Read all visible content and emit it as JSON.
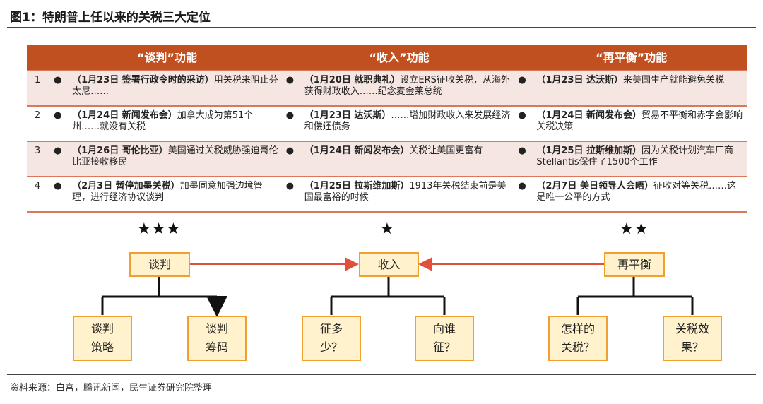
{
  "title": "图1：特朗普上任以来的关税三大定位",
  "table": {
    "headers": [
      "“谈判”功能",
      "“收入”功能",
      "“再平衡”功能"
    ],
    "rows": [
      {
        "num": "1",
        "cells": [
          {
            "bold": "（1月23日 签署行政令时的采访）",
            "text": "用关税来阻止芬太尼……"
          },
          {
            "bold": "（1月20日 就职典礼）",
            "text": "设立ERS征收关税，从海外获得财政收入……纪念麦金莱总统"
          },
          {
            "bold": "（1月23日 达沃斯）",
            "text": "来美国生产就能避免关税"
          }
        ]
      },
      {
        "num": "2",
        "cells": [
          {
            "bold": "（1月24日 新闻发布会）",
            "text": "加拿大成为第51个州……就没有关税"
          },
          {
            "bold": "（1月23日 达沃斯）",
            "text": "……增加财政收入来发展经济和偿还债务"
          },
          {
            "bold": "（1月24日 新闻发布会）",
            "text": "贸易不平衡和赤字会影响关税决策"
          }
        ]
      },
      {
        "num": "3",
        "cells": [
          {
            "bold": "（1月26日 哥伦比亚）",
            "text": "美国通过关税威胁强迫哥伦比亚接收移民"
          },
          {
            "bold": "（1月24日 新闻发布会）",
            "text": "关税让美国更富有"
          },
          {
            "bold": "（1月25日 拉斯维加斯）",
            "text": "因为关税计划汽车厂商Stellantis保住了1500个工作"
          }
        ]
      },
      {
        "num": "4",
        "cells": [
          {
            "bold": "（2月3日 暂停加墨关税）",
            "text": "加墨同意加强边境管理，进行经济协议谈判"
          },
          {
            "bold": "（1月25日 拉斯维加斯）",
            "text": "1913年关税结束前是美国最富裕的时候"
          },
          {
            "bold": "（2月7日 美日领导人会晤）",
            "text": "征收对等关税……这是唯一公平的方式"
          }
        ]
      }
    ]
  },
  "diagram": {
    "stars": [
      "★★★",
      "★",
      "★★"
    ],
    "main": [
      "谈判",
      "收入",
      "再平衡"
    ],
    "sub": [
      [
        "谈判\n策略",
        "谈判\n筹码"
      ],
      [
        "征多\n少？",
        "向谁\n征？"
      ],
      [
        "怎样的\n关税？",
        "关税效\n果？"
      ]
    ]
  },
  "source": "资料来源：白宫，腾讯新闻，民生证券研究院整理"
}
